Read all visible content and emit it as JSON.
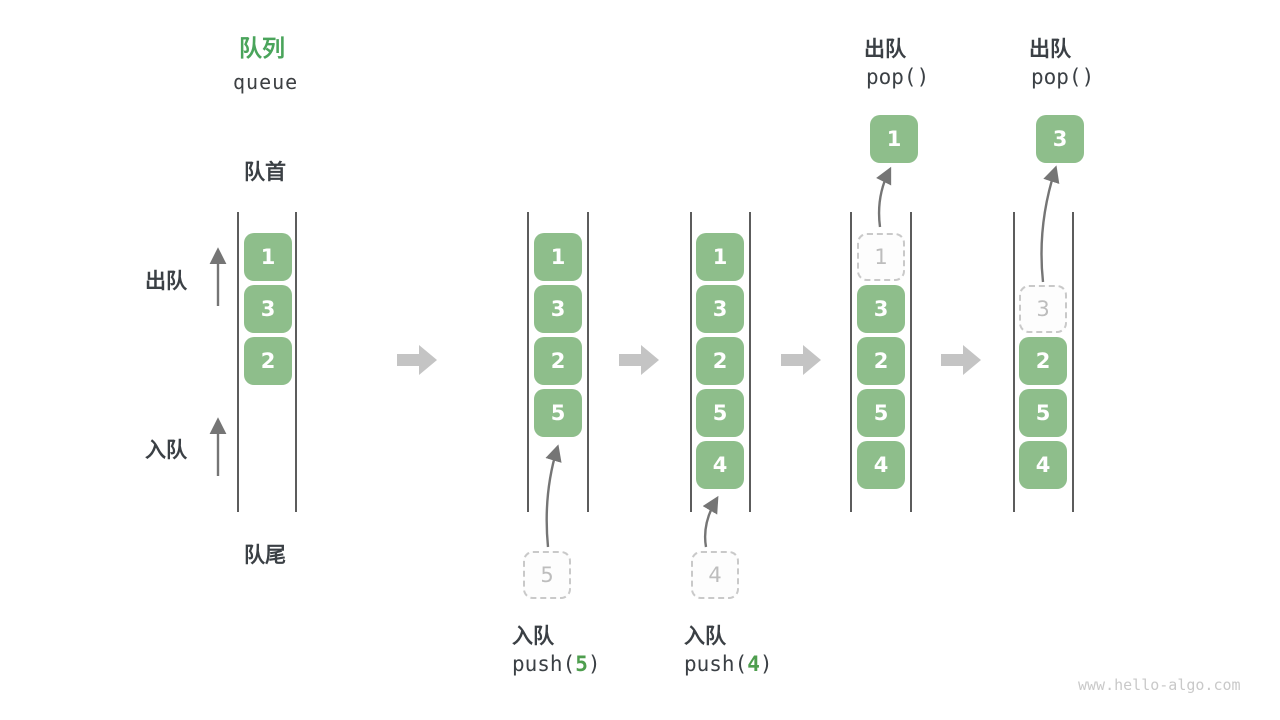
{
  "title": {
    "zh": "队列",
    "en": "queue"
  },
  "side_labels": {
    "front": "队首",
    "rear": "队尾",
    "dequeue": "出队",
    "enqueue": "入队"
  },
  "operations": {
    "push5": {
      "label": "入队",
      "fn_prefix": "push(",
      "arg": "5",
      "fn_suffix": ")",
      "ghost_value": "5"
    },
    "push4": {
      "label": "入队",
      "fn_prefix": "push(",
      "arg": "4",
      "fn_suffix": ")",
      "ghost_value": "4"
    },
    "pop1": {
      "label": "出队",
      "fn": "pop()",
      "popped_value": "1",
      "ghost_value": "1"
    },
    "pop3": {
      "label": "出队",
      "fn": "pop()",
      "popped_value": "3",
      "ghost_value": "3"
    }
  },
  "queue_states": [
    {
      "boxes": [
        "1",
        "3",
        "2"
      ]
    },
    {
      "boxes": [
        "1",
        "3",
        "2",
        "5"
      ]
    },
    {
      "boxes": [
        "1",
        "3",
        "2",
        "5",
        "4"
      ]
    },
    {
      "boxes": [
        "3",
        "2",
        "5",
        "4"
      ]
    },
    {
      "boxes": [
        "2",
        "5",
        "4"
      ]
    }
  ],
  "watermark": "www.hello-algo.com",
  "colors": {
    "box_green": "#8ebe8b",
    "title_green": "#4aa45b",
    "accent_green": "#4e9e4e",
    "text_dark": "#3b4045",
    "ghost_gray": "#bdbdbd",
    "thin_arrow_gray": "#757575",
    "block_arrow_gray": "#c4c4c4",
    "wall_gray": "#5c5c5c"
  }
}
